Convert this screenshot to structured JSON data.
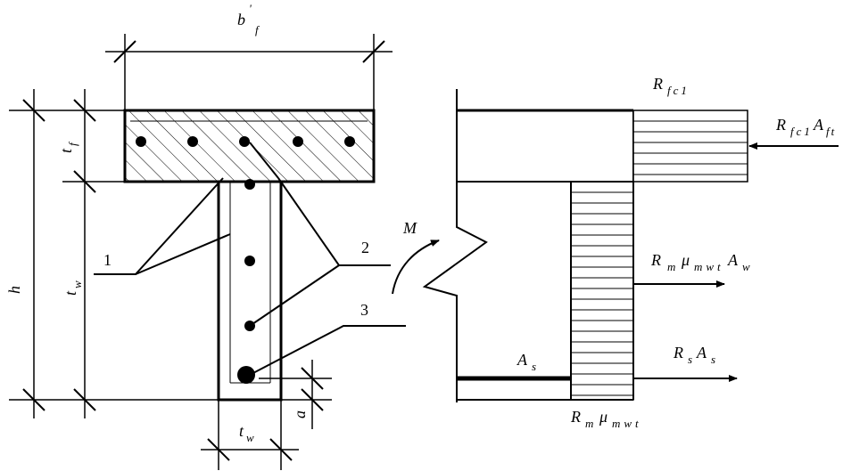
{
  "labels": {
    "bf": {
      "main": "b",
      "sup": "'",
      "sub": "f"
    },
    "tf": {
      "main": "t",
      "sub": "f"
    },
    "h": {
      "main": "h"
    },
    "tw_side": {
      "main": "t",
      "sub": "w"
    },
    "tw_bottom": {
      "main": "t",
      "sub": "w"
    },
    "a": {
      "main": "a"
    },
    "n1": "1",
    "n2": "2",
    "n3": "3",
    "M": "M",
    "rfc1_top": {
      "main": "R",
      "sub": "fc1"
    },
    "rfc1_aft": {
      "r": "R",
      "rsub": "fc1",
      "a": "A",
      "asub": "ft"
    },
    "rm_mu_aw": {
      "r": "R",
      "rsub": "m",
      "mu": "μ",
      "musub": "mwt",
      "a": "A",
      "asub": "w"
    },
    "as": {
      "main": "A",
      "sub": "s"
    },
    "rs_as": {
      "r": "R",
      "rsub": "s",
      "a": "A",
      "asub": "s"
    },
    "rm_mu_bottom": {
      "r": "R",
      "rsub": "m",
      "mu": "μ",
      "musub": "mwt"
    }
  }
}
